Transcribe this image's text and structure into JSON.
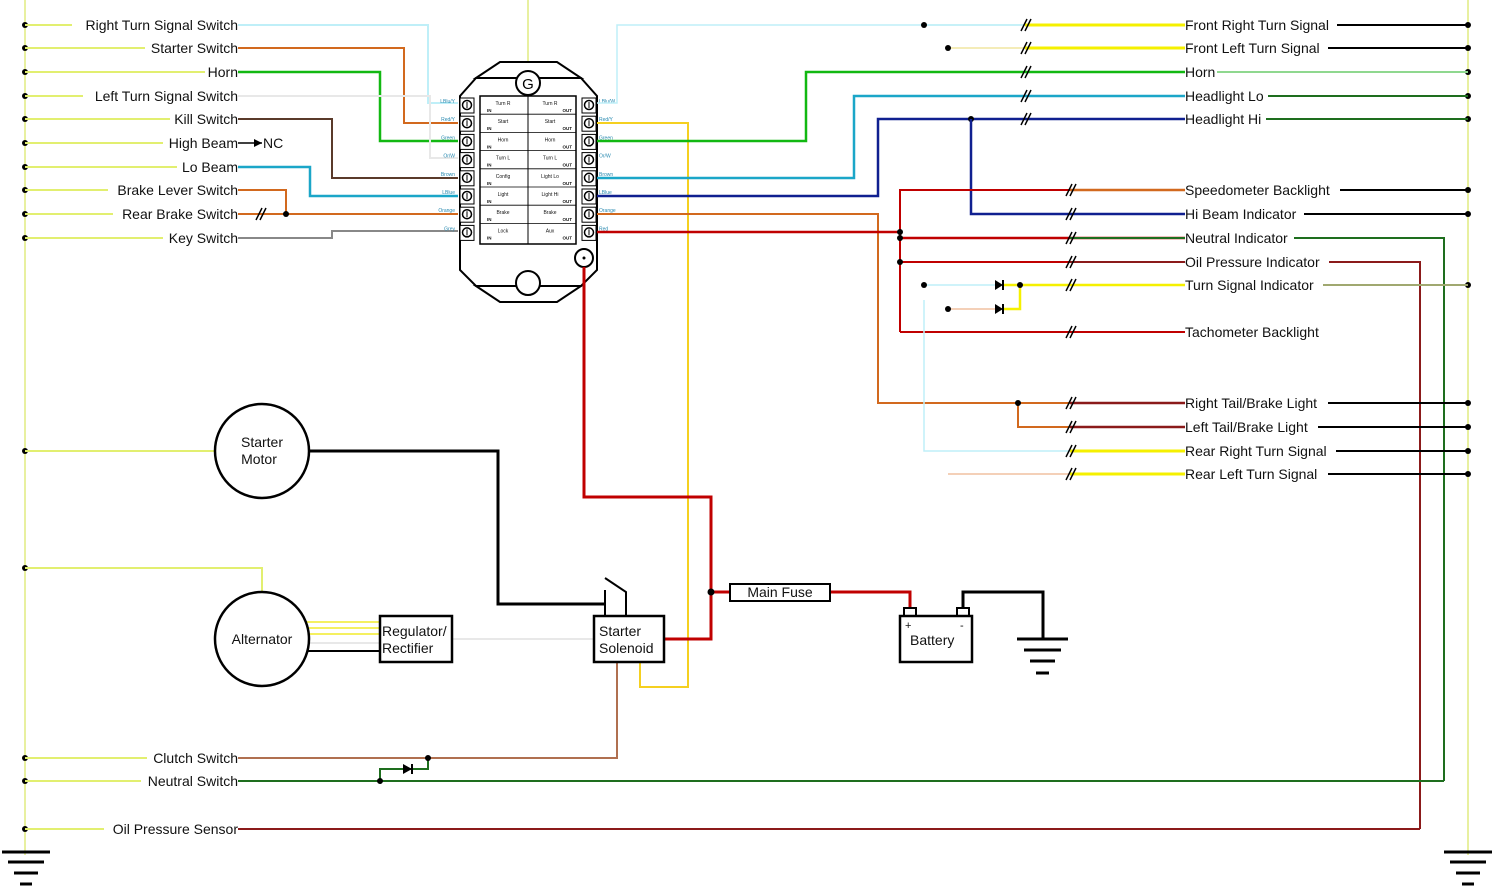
{
  "left_labels": {
    "right_turn_signal_switch": "Right Turn Signal Switch",
    "starter_switch": "Starter Switch",
    "horn": "Horn",
    "left_turn_signal_switch": "Left Turn Signal Switch",
    "kill_switch": "Kill Switch",
    "high_beam": "High Beam",
    "nc": "NC",
    "lo_beam": "Lo Beam",
    "brake_lever_switch": "Brake Lever Switch",
    "rear_brake_switch": "Rear Brake Switch",
    "key_switch": "Key Switch",
    "clutch_switch": "Clutch Switch",
    "neutral_switch": "Neutral Switch",
    "oil_pressure_sensor": "Oil Pressure Sensor"
  },
  "right_labels": {
    "front_right_turn_signal": "Front Right Turn Signal",
    "front_left_turn_signal": "Front Left Turn Signal",
    "horn": "Horn",
    "headlight_lo": "Headlight Lo",
    "headlight_hi": "Headlight Hi",
    "speedometer_backlight": "Speedometer Backlight",
    "hi_beam_indicator": "Hi Beam Indicator",
    "neutral_indicator": "Neutral Indicator",
    "oil_pressure_indicator": "Oil Pressure Indicator",
    "turn_signal_indicator": "Turn Signal Indicator",
    "tachometer_backlight": "Tachometer Backlight",
    "right_tail_brake_light": "Right Tail/Brake Light",
    "left_tail_brake_light": "Left Tail/Brake Light",
    "rear_right_turn_signal": "Rear Right Turn Signal",
    "rear_left_turn_signal": "Rear Left Turn Signal"
  },
  "components": {
    "starter_motor_1": "Starter",
    "starter_motor_2": "Motor",
    "alternator": "Alternator",
    "regulator_1": "Regulator/",
    "regulator_2": "Rectifier",
    "solenoid_1": "Starter",
    "solenoid_2": "Solenoid",
    "main_fuse": "Main Fuse",
    "battery": "Battery",
    "battery_plus": "+",
    "battery_minus": "-"
  },
  "controller": {
    "logo": "G",
    "rows": [
      {
        "left_wire": "LBlu/Y",
        "in_label": "Turn R",
        "out_label": "Turn R",
        "right_wire": "LBlu/W"
      },
      {
        "left_wire": "Red/Y",
        "in_label": "Start",
        "out_label": "Start",
        "right_wire": "Red/Y"
      },
      {
        "left_wire": "Green",
        "in_label": "Horn",
        "out_label": "Horn",
        "right_wire": "Green"
      },
      {
        "left_wire": "Or/W",
        "in_label": "Turn L",
        "out_label": "Turn L",
        "right_wire": "Or/W"
      },
      {
        "left_wire": "Brown",
        "in_label": "Config",
        "out_label": "Light Lo",
        "right_wire": "Brown"
      },
      {
        "left_wire": "LBlue",
        "in_label": "Light",
        "out_label": "Light Hi",
        "right_wire": "LBlue"
      },
      {
        "left_wire": "Orange",
        "in_label": "Brake",
        "out_label": "Brake",
        "right_wire": "Orange"
      },
      {
        "left_wire": "Grey",
        "in_label": "Lock",
        "out_label": "Aux",
        "right_wire": "Red"
      }
    ],
    "in_text": "IN",
    "out_text": "OUT"
  },
  "colors": {
    "red": "#c00000",
    "dark_red": "#8b1a1a",
    "green": "#12b812",
    "dark_green": "#1e6e1e",
    "yellow": "#f5f000",
    "orange": "#d2691e",
    "brown": "#5a3a2a",
    "light_blue": "#1ba6c8",
    "navy": "#102090",
    "grey": "#888888",
    "ground_rail": "#e8f0a0",
    "cyan_faint": "#bfeff8"
  }
}
